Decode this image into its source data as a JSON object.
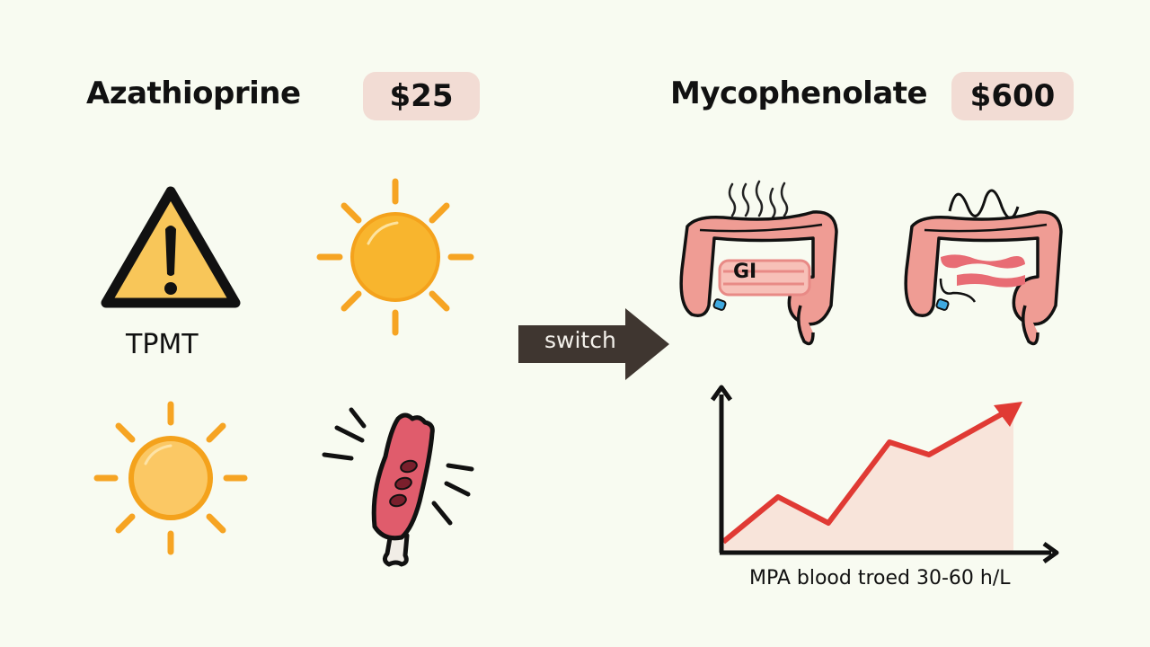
{
  "left": {
    "drug_name": "Azathioprine",
    "price": "$25",
    "icons": [
      {
        "name": "warning-triangle",
        "label": "TPMT"
      },
      {
        "name": "sun"
      },
      {
        "name": "sun"
      },
      {
        "name": "inflamed-limb"
      }
    ]
  },
  "arrow": {
    "label": "switch"
  },
  "right": {
    "drug_name": "Mycophenolate",
    "price": "$600",
    "icons": [
      {
        "name": "colon-steam",
        "label": "GI"
      },
      {
        "name": "colon-wave"
      }
    ],
    "chart_caption": "MPA blood troed 30-60 h/L"
  },
  "colors": {
    "background": "#f8fbf1",
    "price_badge": "#f2dcd4",
    "warning_fill": "#f8c659",
    "sun": "#f6a423",
    "arrow_fill": "#3f3630",
    "chart_line": "#e03a34",
    "chart_area": "#f8e4da",
    "colon": "#ee9a92"
  },
  "chart_data": {
    "type": "area",
    "title": "",
    "xlabel": "MPA blood troed 30-60 h/L",
    "ylabel": "",
    "x": [
      0,
      1,
      2,
      3,
      4,
      5
    ],
    "values": [
      1,
      5.5,
      3,
      10,
      9,
      13.5
    ],
    "grid": false,
    "legend": null,
    "annotations": [
      "trend arrow pointing upward"
    ]
  }
}
